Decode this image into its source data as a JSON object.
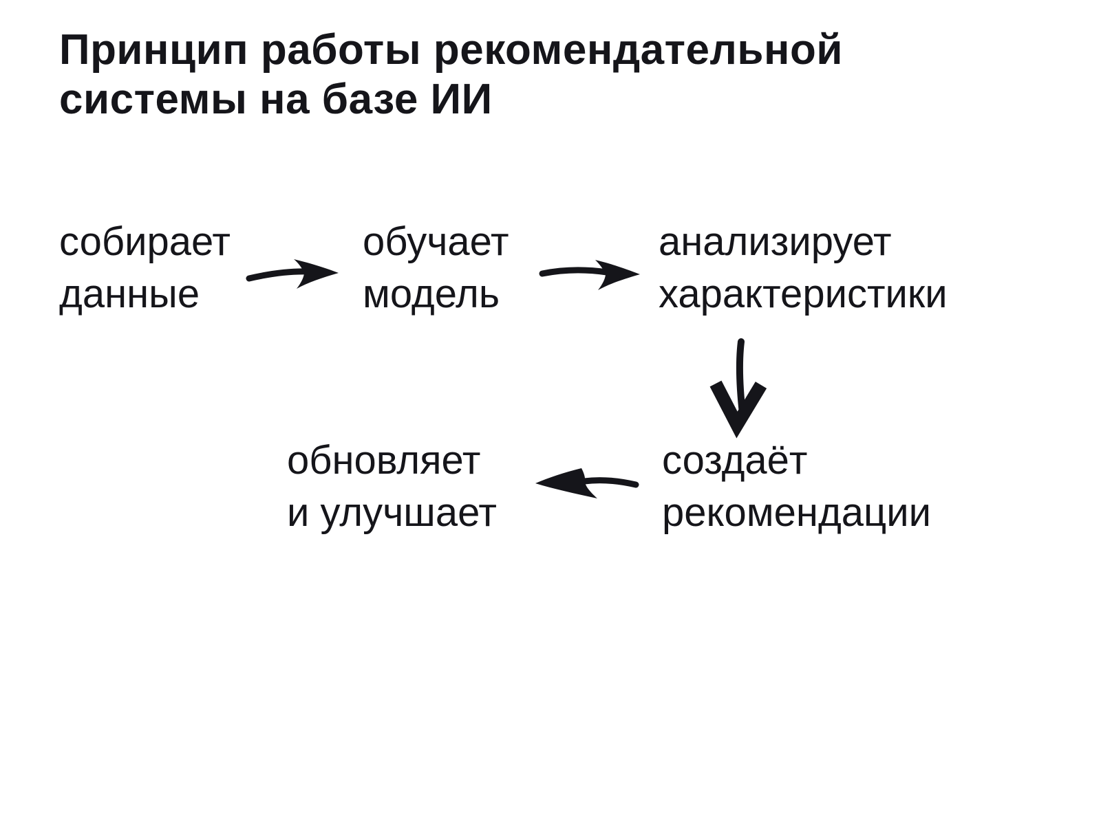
{
  "colors": {
    "ink": "#15151a",
    "background": "#ffffff"
  },
  "title": {
    "line1": "Принцип работы рекомендательной",
    "line2": "системы на базе ИИ"
  },
  "flow": {
    "nodes": [
      {
        "id": "collect-data",
        "line1": "собирает",
        "line2": "данные"
      },
      {
        "id": "train-model",
        "line1": "обучает",
        "line2": "модель"
      },
      {
        "id": "analyze-features",
        "line1": "анализирует",
        "line2": "характеристики"
      },
      {
        "id": "create-recommendations",
        "line1": "создаёт",
        "line2": "рекомендации"
      },
      {
        "id": "update-improve",
        "line1": "обновляет",
        "line2": "и улучшает"
      }
    ],
    "arrows": [
      {
        "id": "arrow-collect-to-train",
        "from": "collect-data",
        "to": "train-model",
        "direction": "right"
      },
      {
        "id": "arrow-train-to-analyze",
        "from": "train-model",
        "to": "analyze-features",
        "direction": "right"
      },
      {
        "id": "arrow-analyze-to-create",
        "from": "analyze-features",
        "to": "create-recommendations",
        "direction": "down"
      },
      {
        "id": "arrow-create-to-update",
        "from": "create-recommendations",
        "to": "update-improve",
        "direction": "left"
      }
    ]
  }
}
